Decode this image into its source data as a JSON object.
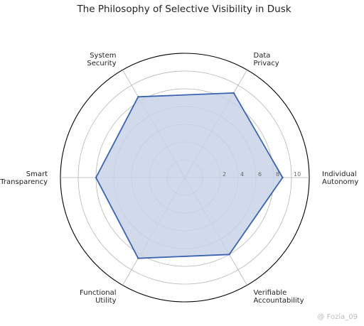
{
  "chart_data": {
    "type": "radar",
    "title": "The Philosophy of Selective Visibility in Dusk",
    "axes": [
      [
        "Individual",
        "Autonomy"
      ],
      [
        "Data",
        "Privacy"
      ],
      [
        "System",
        "Security"
      ],
      [
        "Smart",
        "Transparency"
      ],
      [
        "Functional",
        "Utility"
      ],
      [
        "Verifiable",
        "Accountability"
      ]
    ],
    "series": [
      {
        "values": [
          9,
          9,
          8.5,
          8,
          8.5,
          8
        ]
      }
    ],
    "rlim": [
      -2,
      12
    ],
    "rticks": [
      2,
      4,
      6,
      8,
      10
    ],
    "grid": true,
    "colors": {
      "line": "#3b63b0",
      "fill": "#c8d3e8",
      "grid": "#b5b5b5",
      "frame": "#000000"
    }
  },
  "watermark": "@ Fozia_09"
}
